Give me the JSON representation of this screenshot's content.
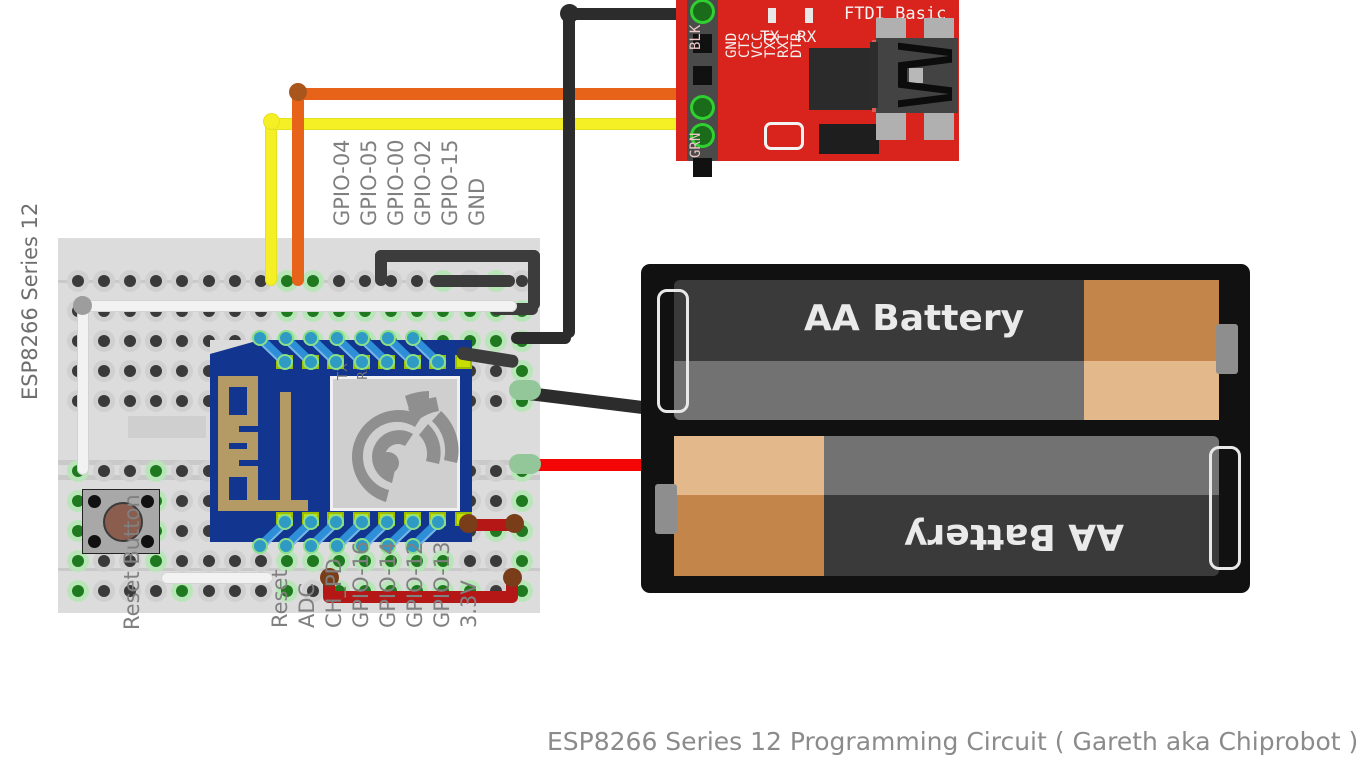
{
  "caption": "ESP8266 Series 12 Programming Circuit  ( Gareth aka Chiprobot )",
  "side_label": "ESP8266 Series 12",
  "breadboard": {
    "reset_button_label": "Reset Button",
    "top_pin_labels": [
      "GPIO-04",
      "GPIO-05",
      "GPIO-00",
      "GPIO-02",
      "GPIO-15",
      "GND"
    ],
    "bottom_pin_labels": [
      "Reset",
      "ADC",
      "CH_PD",
      "GPIO-16",
      "GPIO-14",
      "GPIO-12",
      "GPIO-13",
      "3.3V"
    ]
  },
  "esp_module": {
    "silk_tx": "TX",
    "silk_rx": "RX"
  },
  "ftdi": {
    "title": "FTDI Basic",
    "led_tx_label": "TX",
    "led_rx_label": "RX",
    "pin_labels": [
      "GND",
      "CTS",
      "VCC",
      "TXO",
      "RXI",
      "DTR"
    ],
    "wire_label_top": "BLK",
    "wire_label_bottom": "GRN"
  },
  "battery": {
    "cell_top_label": "AA Battery",
    "cell_bottom_label": "AA Battery"
  },
  "colors": {
    "breadboard": "#dcdcdc",
    "esp_pcb": "#12358f",
    "ftdi_pcb": "#d8241d",
    "wire_yellow": "#f5ef26",
    "wire_orange": "#e8631a",
    "wire_black": "#2c2c2c",
    "wire_red": "#b51717",
    "wire_white": "#f2f2f2",
    "battery_case": "#111111",
    "battery_copper": "#c4854a",
    "caption_text": "#8b8b8b"
  }
}
